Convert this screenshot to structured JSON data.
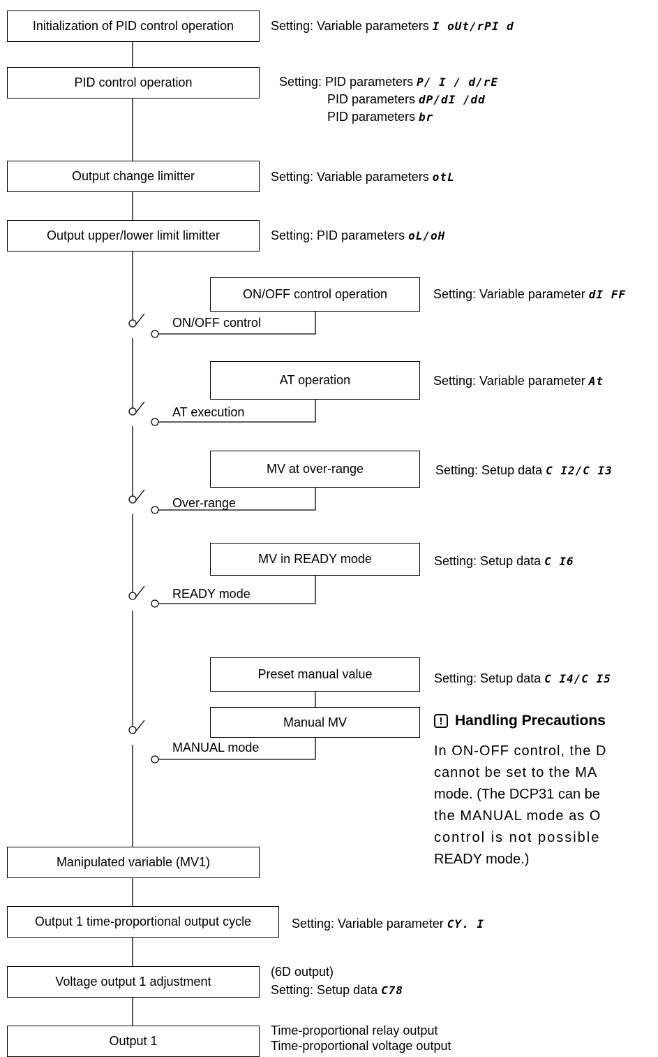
{
  "main_flow": {
    "init": "Initialization of PID control operation",
    "pid": "PID control operation",
    "change_limiter": "Output change limitter",
    "limit_limiter": "Output upper/lower limit limitter",
    "mv1": "Manipulated variable (MV1)",
    "cycle": "Output 1 time-proportional  output cycle",
    "voltage_adj": "Voltage output 1 adjustment",
    "output1": "Output 1"
  },
  "branches": {
    "onoff_box": "ON/OFF control operation",
    "onoff_label": "ON/OFF control",
    "at_box": "AT operation",
    "at_label": "AT execution",
    "overrange_box": "MV at over-range",
    "overrange_label": "Over-range",
    "ready_box": "MV in READY mode",
    "ready_label": "READY mode",
    "preset_box": "Preset manual value",
    "manual_box": "Manual MV",
    "manual_label": "MANUAL mode"
  },
  "settings": {
    "init": {
      "text": "Setting: Variable parameters ",
      "code": "I oUt/rPI d"
    },
    "pid1": {
      "text": "Setting: PID parameters ",
      "code": "P/ I / d/rE"
    },
    "pid2": {
      "text": "PID parameters ",
      "code": "dP/dI /dd"
    },
    "pid3": {
      "text": "PID parameters ",
      "code": "br"
    },
    "change": {
      "text": "Setting: Variable parameters ",
      "code": "otL"
    },
    "limit": {
      "text": "Setting: PID parameters ",
      "code": "oL/oH"
    },
    "onoff": {
      "text": "Setting: Variable parameter ",
      "code": "dI FF"
    },
    "at": {
      "text": "Setting: Variable parameter ",
      "code": "At"
    },
    "overrange": {
      "text": "Setting: Setup data ",
      "code": "C I2/C I3"
    },
    "ready": {
      "text": "Setting: Setup data ",
      "code": "C I6"
    },
    "preset": {
      "text": "Setting: Setup data ",
      "code": "C I4/C I5"
    },
    "cycle": {
      "text": "Setting: Variable parameter ",
      "code": "CY. I"
    },
    "voltage_note": "(6D output)",
    "voltage": {
      "text": "Setting: Setup data ",
      "code": "C78"
    },
    "output_line1": "Time-proportional relay output",
    "output_line2": "Time-proportional voltage output"
  },
  "handling": {
    "icon": "!",
    "title": "Handling Precautions",
    "line1": "In ON-OFF control, the D",
    "line2": "cannot be set to the MA",
    "line3": "mode. (The DCP31 can be",
    "line4": "the MANUAL mode as O",
    "line5": "control is not possible",
    "line6": "READY mode.)"
  }
}
